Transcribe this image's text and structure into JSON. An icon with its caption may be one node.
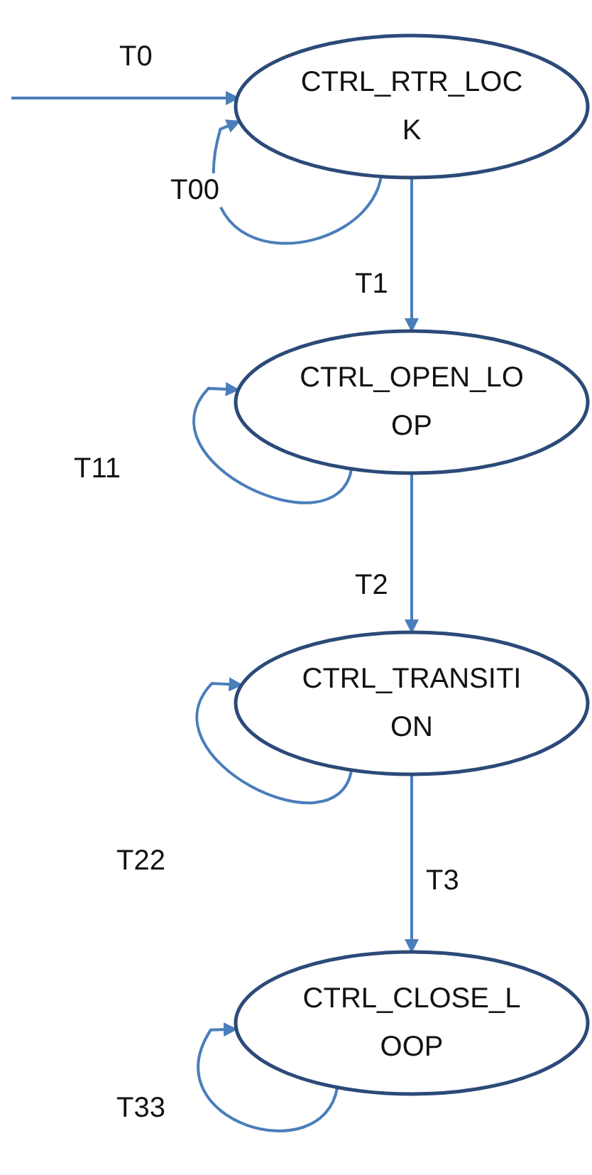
{
  "diagram": {
    "nodes": [
      {
        "text": [
          "CTRL_RTR_LOCK"
        ]
      },
      {
        "text": [
          "CTRL_OPEN_LOOP"
        ]
      },
      {
        "text": [
          "CTRL_TRANSITION"
        ]
      },
      {
        "text": [
          "CTRL_CLOSE_LOOP"
        ]
      }
    ],
    "edges": [
      {
        "from": null,
        "to": 0,
        "arrow": "to",
        "label": "T0"
      },
      {
        "from": 0,
        "to": 0,
        "arrow": "to",
        "label": "T00"
      },
      {
        "from": 0,
        "to": 1,
        "arrow": "to",
        "label": "T1"
      },
      {
        "from": 1,
        "to": 1,
        "arrow": "to",
        "label": "T11"
      },
      {
        "from": 1,
        "to": 2,
        "arrow": "to",
        "label": "T2"
      },
      {
        "from": 2,
        "to": 2,
        "arrow": "to",
        "label": "T22"
      },
      {
        "from": 2,
        "to": 3,
        "arrow": "to",
        "label": "T3"
      },
      {
        "from": 3,
        "to": 3,
        "arrow": "to",
        "label": "T33"
      }
    ]
  }
}
